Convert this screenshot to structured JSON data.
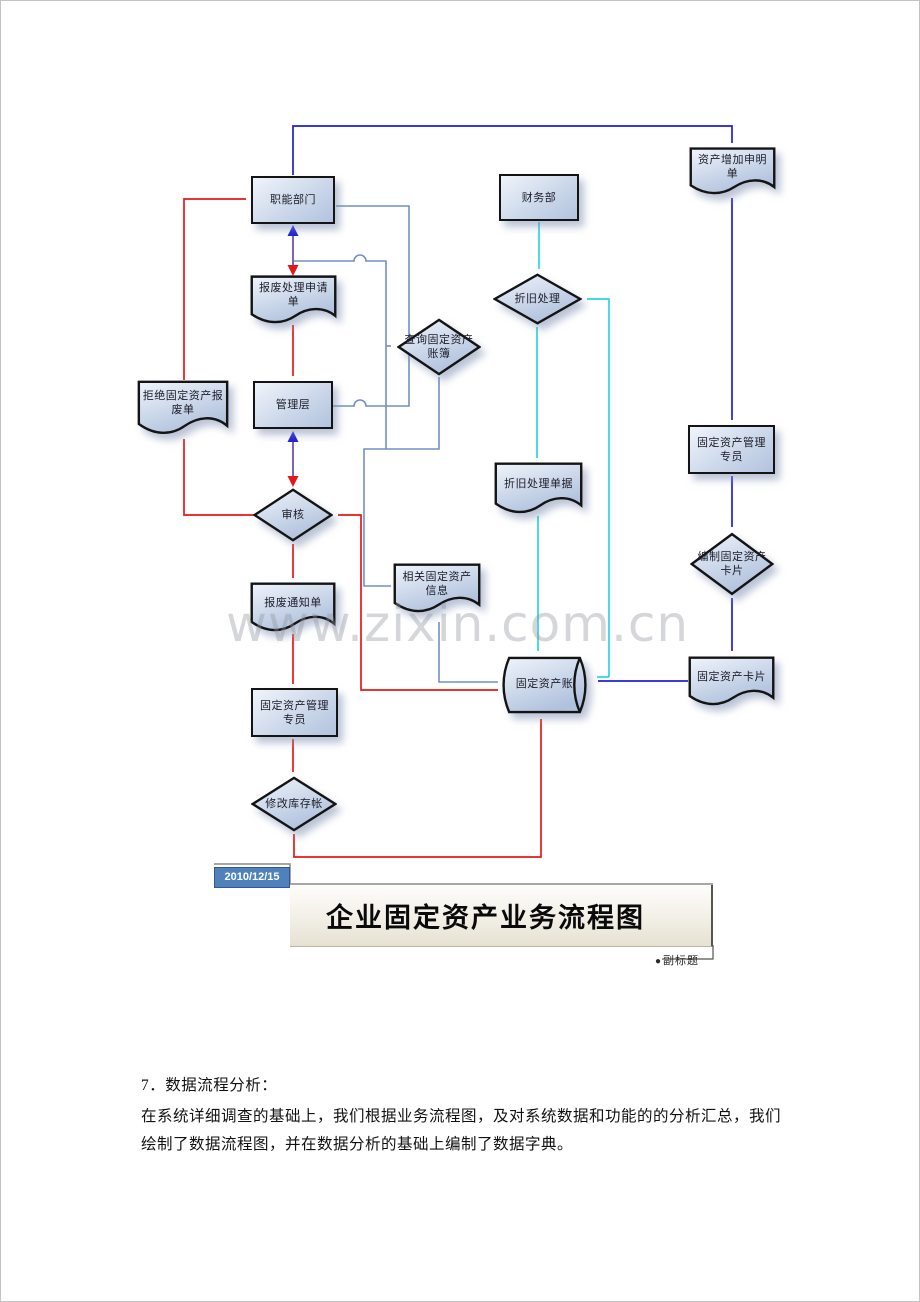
{
  "watermark": "www.zixin.com.cn",
  "flowchart": {
    "nodes": {
      "zhineng": {
        "label": "职能部门",
        "type": "process"
      },
      "caiwu": {
        "label": "财务部",
        "type": "process"
      },
      "zengjia": {
        "label": "资产增加申明单",
        "type": "document"
      },
      "baofeishenqing": {
        "label": "报废处理申请单",
        "type": "document"
      },
      "zhejiu": {
        "label": "折旧处理",
        "type": "decision"
      },
      "chaxun": {
        "label": "查询固定资产账簿",
        "type": "decision"
      },
      "jujue": {
        "label": "拒绝固定资产报废单",
        "type": "document"
      },
      "guanliceng": {
        "label": "管理层",
        "type": "process"
      },
      "zhuanyuanR": {
        "label": "固定资产管理专员",
        "type": "process"
      },
      "zhejiudanju": {
        "label": "折旧处理单据",
        "type": "document"
      },
      "shenhe": {
        "label": "审核",
        "type": "decision"
      },
      "bianzhi": {
        "label": "编制固定资产卡片",
        "type": "decision"
      },
      "xiangguan": {
        "label": "相关固定资产信息",
        "type": "document"
      },
      "baofeitongzhi": {
        "label": "报废通知单",
        "type": "document"
      },
      "zhang": {
        "label": "固定资产账",
        "type": "storage"
      },
      "kapian": {
        "label": "固定资产卡片",
        "type": "document"
      },
      "zhuanyuanL": {
        "label": "固定资产管理专员",
        "type": "process"
      },
      "xiugai": {
        "label": "修改库存帐",
        "type": "decision"
      }
    },
    "colors": {
      "flow_blue": "#1f1fd4",
      "flow_red": "#e81717",
      "flow_cyan": "#2ad4e6",
      "flow_steel": "#7191c4",
      "flow_purple": "#7050b0",
      "badge_blue": "#4f81bd"
    }
  },
  "title_block": {
    "date": "2010/12/15",
    "title": "企业固定资产业务流程图",
    "subtitle_bullet": "●",
    "subtitle_label": "副标题"
  },
  "body_text": {
    "heading": "7．数据流程分析：",
    "paragraph": "在系统详细调查的基础上，我们根据业务流程图，及对系统数据和功能的的分析汇总，我们绘制了数据流程图，并在数据分析的基础上编制了数据字典。"
  }
}
